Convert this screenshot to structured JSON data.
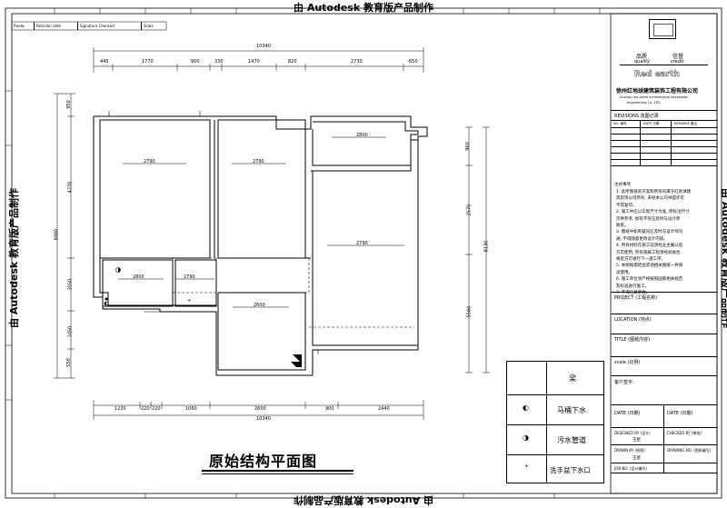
{
  "watermark": {
    "text": "由 Autodesk 教育版产品制作"
  },
  "revision_header": {
    "cols": [
      "Rev№",
      "Revision note",
      "Signature Checked",
      "Scale"
    ]
  },
  "plan": {
    "overall_top": "10340",
    "overall_bottom": "10340",
    "top_dims": [
      "445",
      "1770",
      "900",
      "330",
      "1470",
      "820",
      "2730",
      "650"
    ],
    "bottom_dims": [
      "1220",
      "220",
      "220",
      "1060",
      "2600",
      "900",
      "2440"
    ],
    "left_overall": "8880",
    "left_dims": [
      "950",
      "4270",
      "3550",
      "1050",
      "550"
    ],
    "right_dims": [
      "960",
      "2570",
      "5560"
    ],
    "right_overall": "8130",
    "room_labels": [
      "2790",
      "2790",
      "2800",
      "2790",
      "2790",
      "2800",
      "2600"
    ]
  },
  "legend": {
    "header": "梁",
    "items": [
      {
        "symbol": "◐",
        "label": "马桶下水"
      },
      {
        "symbol": "◑",
        "label": "污水管道"
      },
      {
        "symbol": "+",
        "label": "洗手盆下水口"
      }
    ]
  },
  "drawing_title": "原始结构平面图",
  "title_block": {
    "logo_cn_left": "品质",
    "logo_cn_right": "信誉",
    "logo_en_left": "quality",
    "logo_en_right": "credit",
    "brand": "Red earth",
    "company_cn": "徐州红地球建筑装饰工程有限公司",
    "company_en_1": "Xuzhou red earth architectural decoration",
    "company_en_2": "engineering Co.,LTD.",
    "revisions_label": "REVISIONS 改图记录",
    "revisions_cols": [
      "NO. 编号",
      "DATE 日期",
      "REMARKS 备注"
    ],
    "notes_title": "注式事项",
    "notes_lines": [
      "1. 此所图纸的方案和所有权属于红地球建",
      "筑装饰公司所有, 未经本公司书面许可",
      "不得复印。",
      "2. 施工中应以实际尺寸为准, 所标注尺寸",
      "仅供参考, 如有不符应及时与设计师",
      "联系。",
      "3. 图纸中如有疑问应及时与设计师沟",
      "通, 不得随意更改设计内容。",
      "4. 所有材料在施工前须经业主确认后",
      "方可使用, 所有隐蔽工程须经验收合",
      "格后方可进行下一道工序。",
      "5. 本图纸需结合其他相关图纸一并阅",
      "读使用。",
      "6. 施工单位须严格按照国家相关规范",
      "及标准进行施工。",
      "7. 不得任意更改。"
    ],
    "project_label": "PROJECT (工程名称)",
    "location_label": "LOCATION (地点)",
    "title_label": "TITLE (图纸内容)",
    "scale_label": "scale (比例)",
    "client_sign_label": "客户签字:",
    "date_left": "DATE (日期)",
    "date_right": "DATE (日期)",
    "designed_by": "DESIGNED BY (设计)",
    "designer_name": "王星",
    "checked_by": "CHECKED BY (审核)",
    "drawn_by": "DRAWN BY (绘图)",
    "drawer_name": "王星",
    "drawing_no": "DRAWING NO. (图纸编号)",
    "job_no": "JOB NO. (设计编号)"
  }
}
